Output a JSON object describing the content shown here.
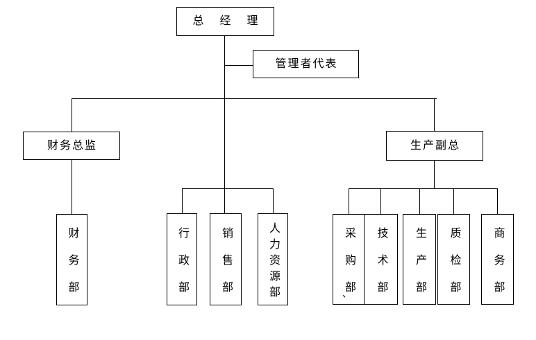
{
  "diagram": {
    "type": "organization-chart",
    "colors": {
      "background": "#ffffff",
      "line": "#000000",
      "text": "#000000"
    },
    "nodes": {
      "general_manager": "总 经 理",
      "management_representative": "管理者代表",
      "finance_director": "财务总监",
      "production_vp": "生产副总",
      "finance_dept": "财务部",
      "admin_dept": "行政部",
      "sales_dept": "销售部",
      "hr_dept": "人力资源部",
      "purchasing_dept": "采购部",
      "tech_dept": "技术部",
      "production_dept": "生产部",
      "qc_dept": "质检部",
      "commerce_dept": "商务部"
    },
    "annotation_mark": "、",
    "hierarchy": {
      "root": "总经理",
      "staff_of_root": [
        "管理者代表"
      ],
      "branches": [
        {
          "head": "财务总监",
          "departments": [
            "财务部"
          ]
        },
        {
          "head": null,
          "departments": [
            "行政部",
            "销售部",
            "人力资源部"
          ]
        },
        {
          "head": "生产副总",
          "departments": [
            "采购部",
            "技术部",
            "生产部",
            "质检部",
            "商务部"
          ]
        }
      ]
    }
  }
}
